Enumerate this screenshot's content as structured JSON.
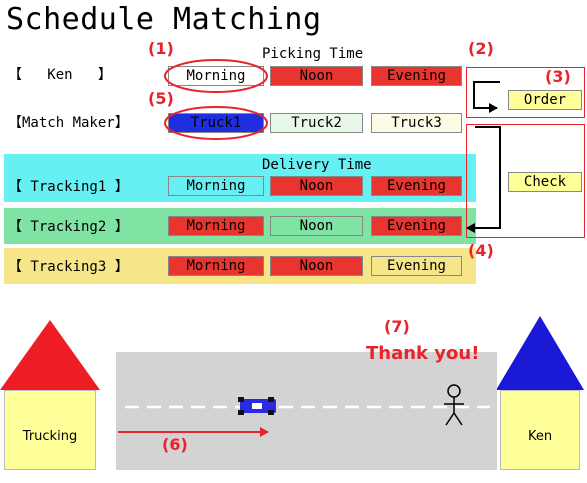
{
  "title": "Schedule Matching",
  "picking": {
    "header": "Picking Time",
    "ken_label": "【   Ken   】",
    "ken_slots": [
      {
        "label": "Morning",
        "state": "available"
      },
      {
        "label": "Noon",
        "state": "busy"
      },
      {
        "label": "Evening",
        "state": "busy"
      }
    ],
    "matchmaker_label": "【Match Maker】",
    "trucks": [
      {
        "label": "Truck1",
        "state": "selected"
      },
      {
        "label": "Truck2",
        "state": "option"
      },
      {
        "label": "Truck3",
        "state": "option"
      }
    ]
  },
  "delivery": {
    "header": "Delivery Time",
    "rows": [
      {
        "label": "【 Tracking1 】",
        "band": "#66f0f4",
        "slots": [
          {
            "label": "Morning",
            "state": "available"
          },
          {
            "label": "Noon",
            "state": "busy"
          },
          {
            "label": "Evening",
            "state": "busy"
          }
        ]
      },
      {
        "label": "【 Tracking2 】",
        "band": "#7fe3a3",
        "slots": [
          {
            "label": "Morning",
            "state": "busy"
          },
          {
            "label": "Noon",
            "state": "available"
          },
          {
            "label": "Evening",
            "state": "busy"
          }
        ]
      },
      {
        "label": "【 Tracking3 】",
        "band": "#f7e58a",
        "slots": [
          {
            "label": "Morning",
            "state": "busy"
          },
          {
            "label": "Noon",
            "state": "busy"
          },
          {
            "label": "Evening",
            "state": "available"
          }
        ]
      }
    ]
  },
  "buttons": {
    "order": "Order",
    "check": "Check"
  },
  "markers": [
    "(1)",
    "(2)",
    "(3)",
    "(4)",
    "(5)",
    "(6)",
    "(7)"
  ],
  "thank_you": "Thank you!",
  "houses": {
    "left": "Trucking",
    "right": "Ken"
  },
  "colors": {
    "busy": "#e8352f",
    "available": "#ffffff",
    "selected": "#1f2fe0",
    "truck2": "#e8f8e8",
    "truck3": "#fbfbe6",
    "callout": "#e8232a",
    "roof_left": "#ee1c24",
    "roof_right": "#1a1ad6",
    "house": "#ffff99",
    "road": "#d3d3d3"
  }
}
